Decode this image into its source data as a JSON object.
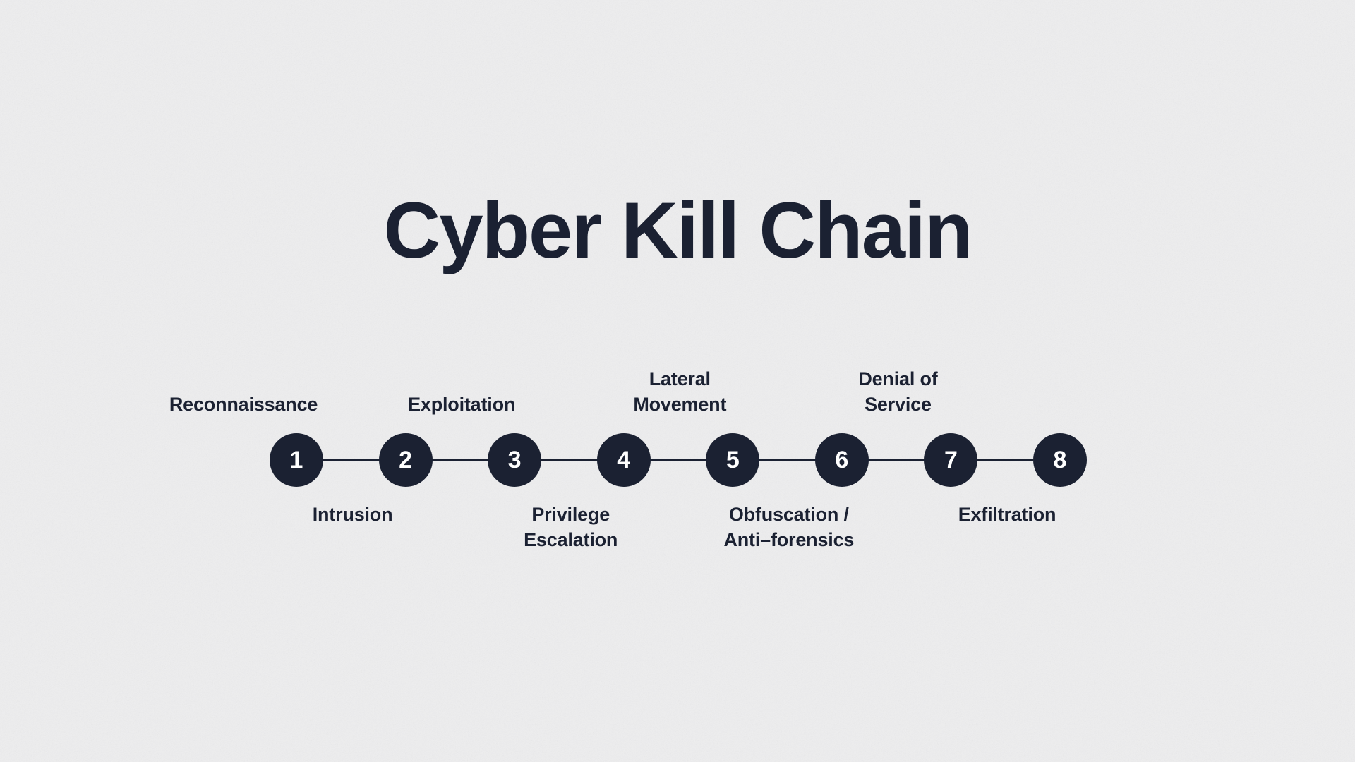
{
  "page": {
    "title": "Cyber Kill Chain",
    "background_color": "#eeeeef",
    "accent_color": "#1b2132",
    "node_text_color": "#ffffff"
  },
  "diagram": {
    "type": "linear-timeline",
    "orientation": "horizontal",
    "node_count": 8,
    "nodes": [
      {
        "number": "1",
        "label_lines": [
          "Reconnaissance"
        ],
        "label_position": "above"
      },
      {
        "number": "2",
        "label_lines": [
          "Intrusion"
        ],
        "label_position": "below"
      },
      {
        "number": "3",
        "label_lines": [
          "Exploitation"
        ],
        "label_position": "above"
      },
      {
        "number": "4",
        "label_lines": [
          "Privilege",
          "Escalation"
        ],
        "label_position": "below"
      },
      {
        "number": "5",
        "label_lines": [
          "Lateral",
          "Movement"
        ],
        "label_position": "above"
      },
      {
        "number": "6",
        "label_lines": [
          "Obfuscation /",
          "Anti–forensics"
        ],
        "label_position": "below"
      },
      {
        "number": "7",
        "label_lines": [
          "Denial of",
          "Service"
        ],
        "label_position": "above"
      },
      {
        "number": "8",
        "label_lines": [
          "Exfiltration"
        ],
        "label_position": "below"
      }
    ]
  }
}
